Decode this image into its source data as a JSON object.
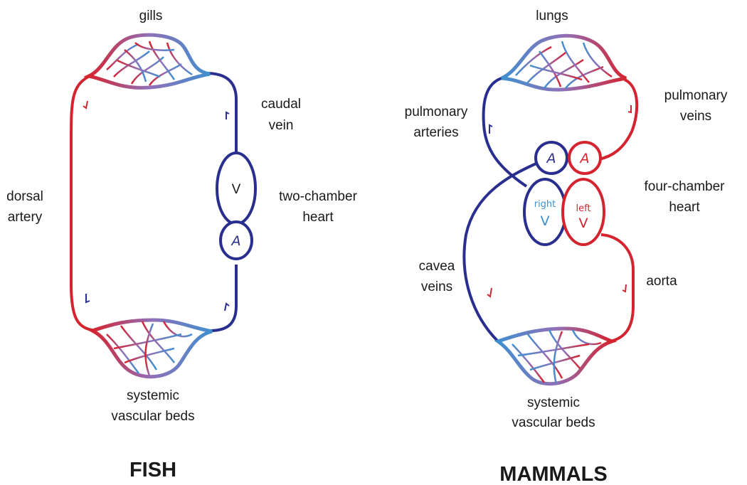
{
  "colors": {
    "oxygenated": "#d42430",
    "deoxygenated": "#2a2f8f",
    "mid_purple": "#9070b8",
    "light_blue": "#3f8fcf"
  },
  "fish": {
    "title": "FISH",
    "gills_label": "gills",
    "caudal_label": [
      "caudal",
      "vein"
    ],
    "heart_label": [
      "two-chamber",
      "heart"
    ],
    "dorsal_label": [
      "dorsal",
      "artery"
    ],
    "systemic_label": [
      "systemic",
      "vascular beds"
    ],
    "ventricle": "V",
    "atrium": "A"
  },
  "mammals": {
    "title": "MAMMALS",
    "lungs_label": "lungs",
    "pulmonary_arteries_label": [
      "pulmonary",
      "arteries"
    ],
    "pulmonary_veins_label": [
      "pulmonary",
      "veins"
    ],
    "heart_label": [
      "four-chamber",
      "heart"
    ],
    "cavea_label": [
      "cavea",
      "veins"
    ],
    "aorta_label": "aorta",
    "systemic_label": [
      "systemic",
      "vascular beds"
    ],
    "right_atrium": "A",
    "left_atrium": "A",
    "right_ventricle": [
      "right",
      "V"
    ],
    "left_ventricle": [
      "left",
      "V"
    ]
  }
}
